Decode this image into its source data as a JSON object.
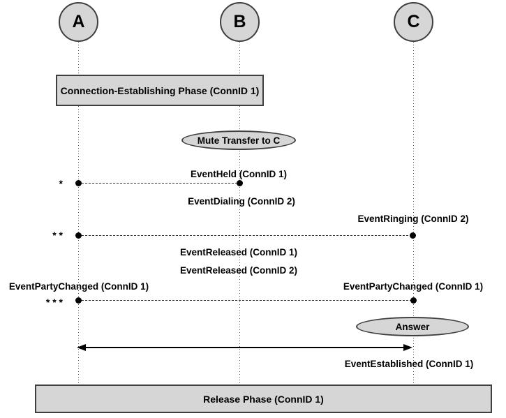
{
  "parties": [
    {
      "label": "A"
    },
    {
      "label": "B"
    },
    {
      "label": "C"
    }
  ],
  "phases": {
    "connection_establishing": "Connection-Establishing Phase (ConnID 1)",
    "release": "Release Phase (ConnID 1)"
  },
  "actions": {
    "mute_transfer": "Mute Transfer to C",
    "answer": "Answer"
  },
  "events": {
    "held": "EventHeld (ConnID 1)",
    "dialing": "EventDialing (ConnID 2)",
    "ringing": "EventRinging (ConnID 2)",
    "released_1": "EventReleased (ConnID 1)",
    "released_2": "EventReleased (ConnID 2)",
    "party_changed_a": "EventPartyChanged (ConnID 1)",
    "party_changed_c": "EventPartyChanged (ConnID 1)",
    "established": "EventEstablished (ConnID 1)"
  },
  "markers": {
    "step_1": "*",
    "step_2": "* *",
    "step_3": "* * *"
  },
  "colors": {
    "shape_fill": "#d6d6d6",
    "shape_border": "#3f3f3f",
    "line": "#000000",
    "background": "#ffffff"
  }
}
